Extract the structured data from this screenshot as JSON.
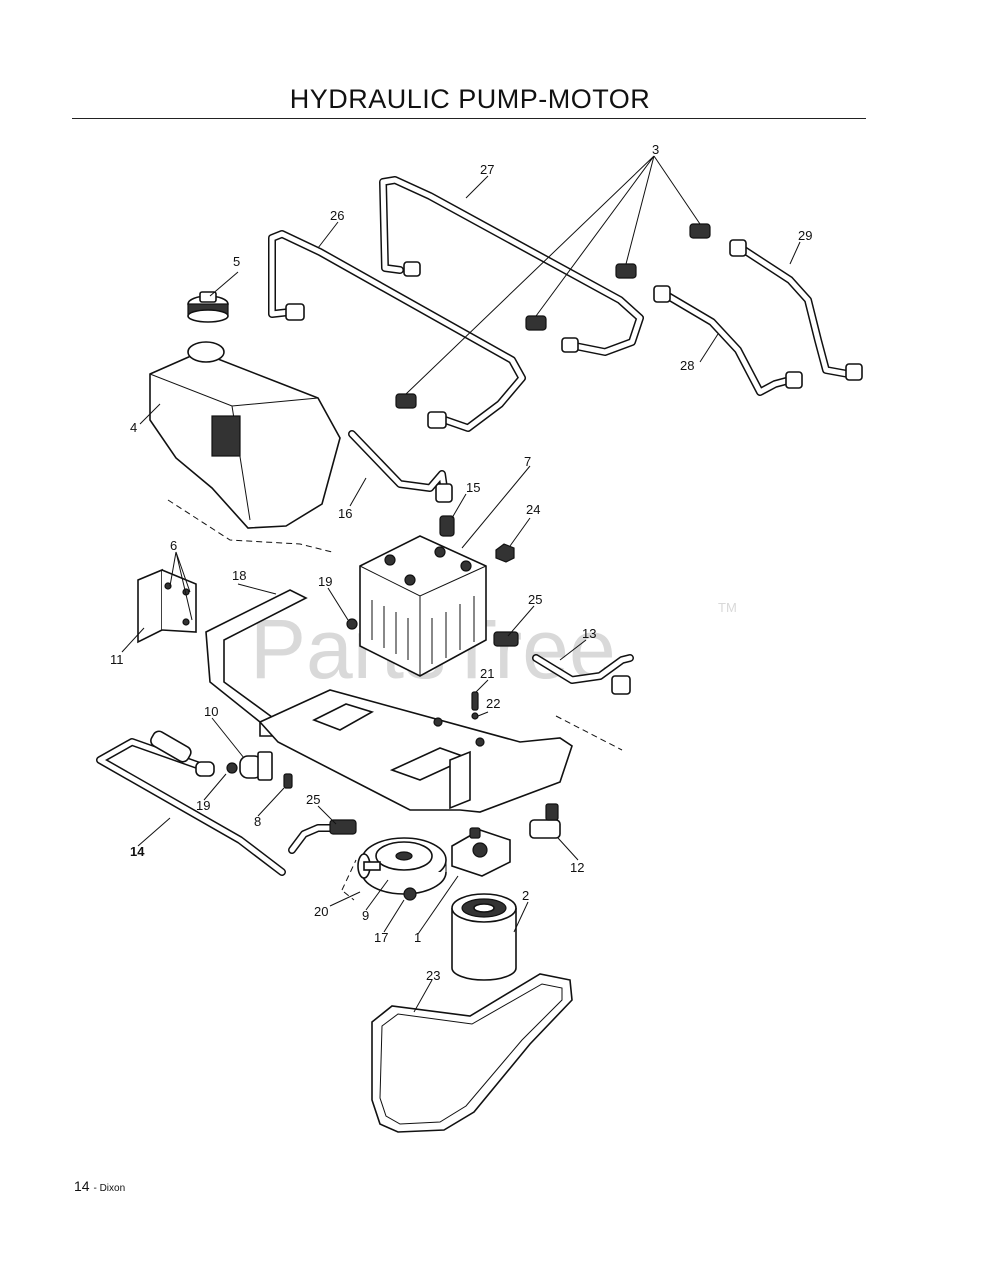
{
  "header": {
    "title": "HYDRAULIC PUMP-MOTOR"
  },
  "watermark": {
    "text": "PartsTree",
    "tm": "TM"
  },
  "footer": {
    "page_number": "14",
    "brand": "- Dixon"
  },
  "callouts": {
    "c1": "1",
    "c2": "2",
    "c3": "3",
    "c4": "4",
    "c5": "5",
    "c6": "6",
    "c7": "7",
    "c8": "8",
    "c9": "9",
    "c10": "10",
    "c11": "11",
    "c12": "12",
    "c13": "13",
    "c14": "14",
    "c15": "15",
    "c16": "16",
    "c17": "17",
    "c18": "18",
    "c19a": "19",
    "c19b": "19",
    "c20": "20",
    "c21": "21",
    "c22": "22",
    "c23": "23",
    "c24": "24",
    "c25a": "25",
    "c25b": "25",
    "c26": "26",
    "c27": "27",
    "c28": "28",
    "c29": "29"
  }
}
